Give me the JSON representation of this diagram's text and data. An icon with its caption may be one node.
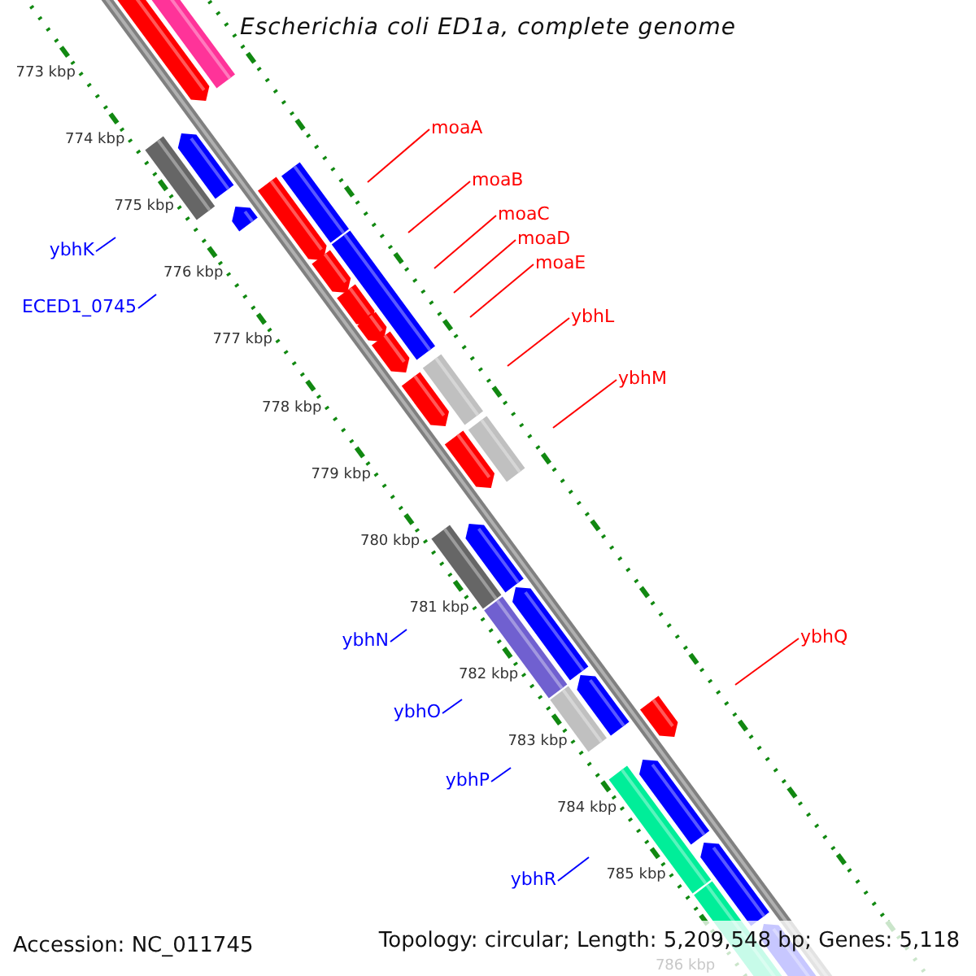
{
  "diagram": {
    "title": "Escherichia coli ED1a, complete genome",
    "nodes": [
      {
        "text": [
          "moaA"
        ]
      },
      {
        "text": [
          "moaB"
        ]
      },
      {
        "text": [
          "moaC"
        ]
      },
      {
        "text": [
          "moaD"
        ]
      },
      {
        "text": [
          "ybhK"
        ]
      },
      {
        "text": [
          "moaE"
        ]
      },
      {
        "text": [
          "ECED1_0745"
        ]
      },
      {
        "text": [
          "ybhL"
        ]
      },
      {
        "text": [
          "ybhM"
        ]
      },
      {
        "text": [
          "ybhN"
        ]
      },
      {
        "text": [
          "ybhQ"
        ]
      },
      {
        "text": [
          "ybhO"
        ]
      },
      {
        "text": [
          "ybhP"
        ]
      },
      {
        "text": [
          "ybhR"
        ]
      }
    ],
    "edges": [
      {
        "from": 0,
        "to": null,
        "arrow": "none"
      },
      {
        "from": 1,
        "to": null,
        "arrow": "none"
      },
      {
        "from": 2,
        "to": null,
        "arrow": "none"
      },
      {
        "from": 3,
        "to": null,
        "arrow": "none"
      },
      {
        "from": 4,
        "to": null,
        "arrow": "none",
        "color": "#0000ff"
      },
      {
        "from": 5,
        "to": null,
        "arrow": "none"
      },
      {
        "from": 6,
        "to": null,
        "arrow": "none",
        "color": "#0000ff"
      },
      {
        "from": 7,
        "to": null,
        "arrow": "none"
      },
      {
        "from": 8,
        "to": null,
        "arrow": "none"
      },
      {
        "from": 9,
        "to": null,
        "arrow": "none",
        "color": "#0000ff"
      },
      {
        "from": 10,
        "to": null,
        "arrow": "none"
      },
      {
        "from": 11,
        "to": null,
        "arrow": "none",
        "color": "#0000ff"
      },
      {
        "from": 12,
        "to": null,
        "arrow": "none",
        "color": "#0000ff"
      },
      {
        "from": 13,
        "to": null,
        "arrow": "none",
        "color": "#0000ff"
      }
    ],
    "labels": [
      "773 kbp",
      "774 kbp",
      "775 kbp",
      "776 kbp",
      "777 kbp",
      "778 kbp",
      "779 kbp",
      "780 kbp",
      "781 kbp",
      "782 kbp",
      "783 kbp",
      "784 kbp",
      "785 kbp",
      "786 kbp",
      "Accession: NC_011745",
      "Topology: circular; Length: 5,209,548 bp; Genes: 5,118"
    ]
  }
}
